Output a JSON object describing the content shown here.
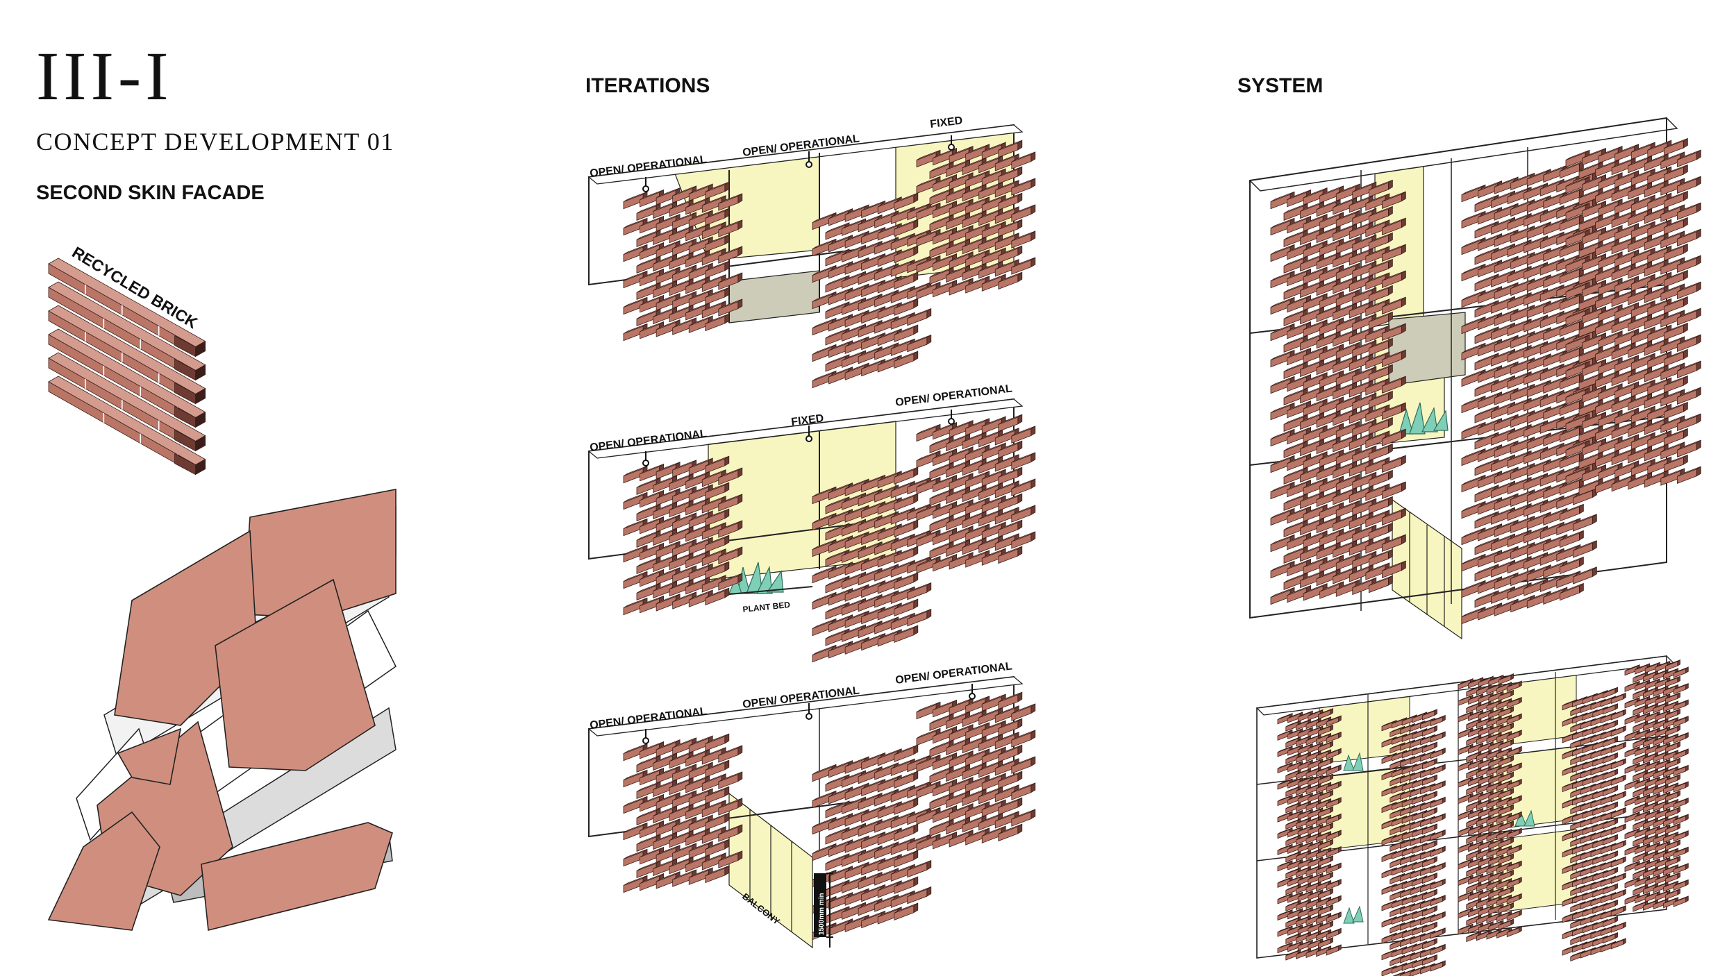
{
  "header": {
    "sheet_number": "III-I",
    "title": "CONCEPT DEVELOPMENT 01",
    "subtitle": "SECOND SKIN FACADE"
  },
  "brick_label": "RECYCLED BRICK",
  "columns": {
    "iterations": "ITERATIONS",
    "system": "SYSTEM"
  },
  "iteration_1": {
    "label_left": "OPEN/ OPERATIONAL",
    "label_mid": "OPEN/ OPERATIONAL",
    "label_right": "FIXED"
  },
  "iteration_2": {
    "label_left": "OPEN/ OPERATIONAL",
    "label_mid": "FIXED",
    "label_right": "OPEN/ OPERATIONAL",
    "plant_label": "PLANT BED"
  },
  "iteration_3": {
    "label_left": "OPEN/ OPERATIONAL",
    "label_mid": "OPEN/ OPERATIONAL",
    "label_right": "OPEN/ OPERATIONAL",
    "balcony_label": "BALCONY",
    "dimension_label": "1500mm min"
  },
  "colors": {
    "brick": "#b97566",
    "brick_top": "#d49c8f",
    "brick_dark": "#6e3b33",
    "glass": "#f8f6c0",
    "floor": "#cdccb8",
    "plant": "#7fcfb7",
    "panel": "#d08f7e"
  }
}
